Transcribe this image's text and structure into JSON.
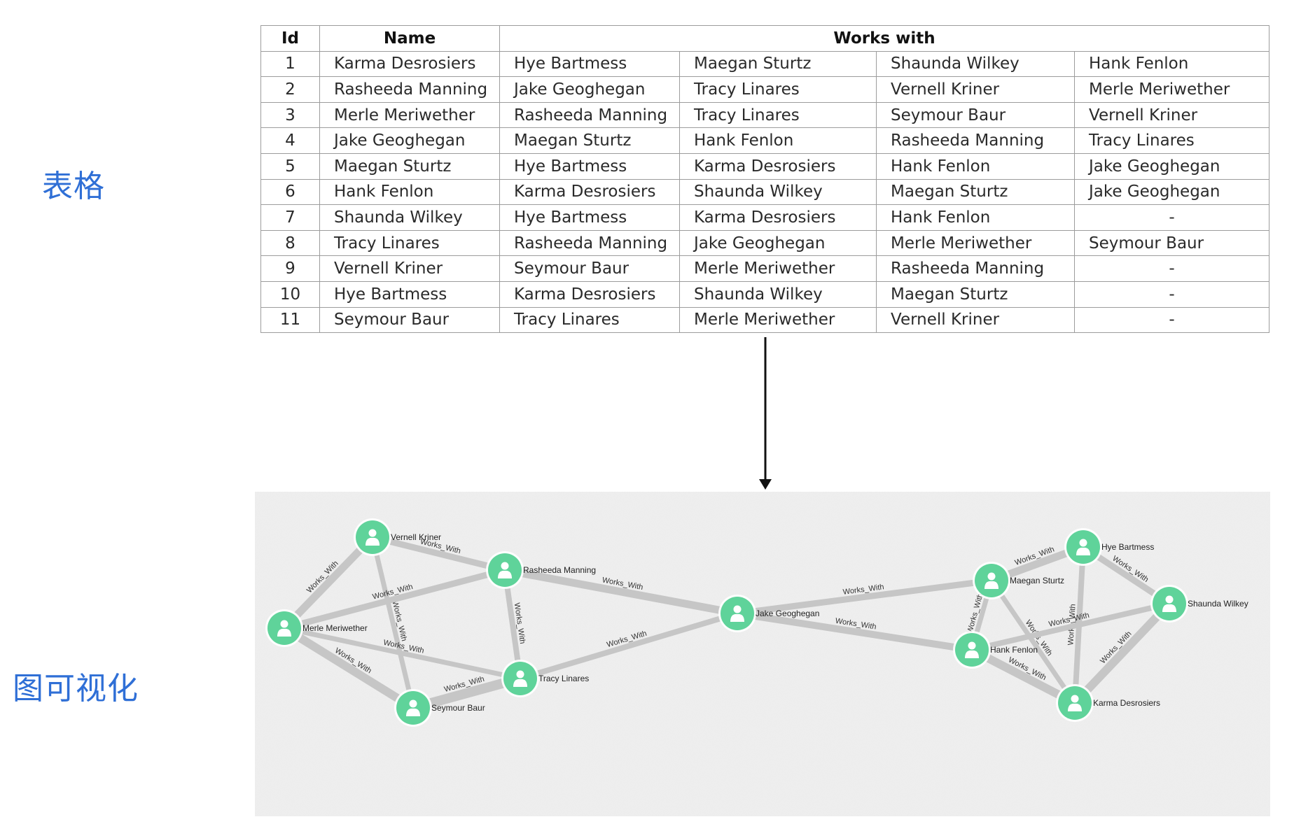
{
  "labels": {
    "table": "表格",
    "graph": "图可视化"
  },
  "table": {
    "headers": {
      "id": "Id",
      "name": "Name",
      "works_with": "Works with"
    },
    "rows": [
      {
        "id": "1",
        "name": "Karma Desrosiers",
        "works": [
          "Hye Bartmess",
          "Maegan Sturtz",
          "Shaunda Wilkey",
          "Hank Fenlon"
        ]
      },
      {
        "id": "2",
        "name": "Rasheeda Manning",
        "works": [
          "Jake Geoghegan",
          "Tracy Linares",
          "Vernell Kriner",
          "Merle Meriwether"
        ]
      },
      {
        "id": "3",
        "name": "Merle Meriwether",
        "works": [
          "Rasheeda Manning",
          "Tracy Linares",
          "Seymour Baur",
          "Vernell Kriner"
        ]
      },
      {
        "id": "4",
        "name": "Jake Geoghegan",
        "works": [
          "Maegan Sturtz",
          "Hank Fenlon",
          "Rasheeda Manning",
          "Tracy Linares"
        ]
      },
      {
        "id": "5",
        "name": "Maegan Sturtz",
        "works": [
          "Hye Bartmess",
          "Karma Desrosiers",
          "Hank Fenlon",
          "Jake Geoghegan"
        ]
      },
      {
        "id": "6",
        "name": "Hank Fenlon",
        "works": [
          "Karma Desrosiers",
          "Shaunda Wilkey",
          "Maegan Sturtz",
          "Jake Geoghegan"
        ]
      },
      {
        "id": "7",
        "name": "Shaunda Wilkey",
        "works": [
          "Hye Bartmess",
          "Karma Desrosiers",
          "Hank Fenlon",
          "-"
        ]
      },
      {
        "id": "8",
        "name": "Tracy Linares",
        "works": [
          "Rasheeda Manning",
          "Jake Geoghegan",
          "Merle Meriwether",
          "Seymour Baur"
        ]
      },
      {
        "id": "9",
        "name": "Vernell Kriner",
        "works": [
          "Seymour Baur",
          "Merle Meriwether",
          "Rasheeda Manning",
          "-"
        ]
      },
      {
        "id": "10",
        "name": "Hye Bartmess",
        "works": [
          "Karma Desrosiers",
          "Shaunda Wilkey",
          "Maegan Sturtz",
          "-"
        ]
      },
      {
        "id": "11",
        "name": "Seymour Baur",
        "works": [
          "Tracy Linares",
          "Merle Meriwether",
          "Vernell Kriner",
          "-"
        ]
      }
    ]
  },
  "graph": {
    "edge_label": "Works_With",
    "node_icon": "person-icon",
    "colors": {
      "node": "#5fd39a",
      "edge": "#c6c6c6",
      "panel": "#efefef"
    },
    "nodes": [
      {
        "id": "vernell",
        "label": "Vernell Kriner"
      },
      {
        "id": "rasheeda",
        "label": "Rasheeda Manning"
      },
      {
        "id": "merle",
        "label": "Merle Meriwether"
      },
      {
        "id": "tracy",
        "label": "Tracy Linares"
      },
      {
        "id": "seymour",
        "label": "Seymour Baur"
      },
      {
        "id": "jake",
        "label": "Jake Geoghegan"
      },
      {
        "id": "maegan",
        "label": "Maegan Sturtz"
      },
      {
        "id": "hye",
        "label": "Hye Bartmess"
      },
      {
        "id": "shaunda",
        "label": "Shaunda Wilkey"
      },
      {
        "id": "hank",
        "label": "Hank Fenlon"
      },
      {
        "id": "karma",
        "label": "Karma Desrosiers"
      }
    ],
    "edges": [
      [
        "vernell",
        "rasheeda"
      ],
      [
        "vernell",
        "merle"
      ],
      [
        "vernell",
        "seymour"
      ],
      [
        "rasheeda",
        "merle"
      ],
      [
        "rasheeda",
        "tracy"
      ],
      [
        "rasheeda",
        "jake"
      ],
      [
        "merle",
        "tracy"
      ],
      [
        "merle",
        "seymour"
      ],
      [
        "tracy",
        "seymour"
      ],
      [
        "tracy",
        "jake"
      ],
      [
        "jake",
        "maegan"
      ],
      [
        "jake",
        "hank"
      ],
      [
        "maegan",
        "hye"
      ],
      [
        "maegan",
        "hank"
      ],
      [
        "maegan",
        "karma"
      ],
      [
        "hye",
        "shaunda"
      ],
      [
        "hye",
        "karma"
      ],
      [
        "hank",
        "shaunda"
      ],
      [
        "hank",
        "karma"
      ],
      [
        "karma",
        "shaunda"
      ]
    ]
  }
}
